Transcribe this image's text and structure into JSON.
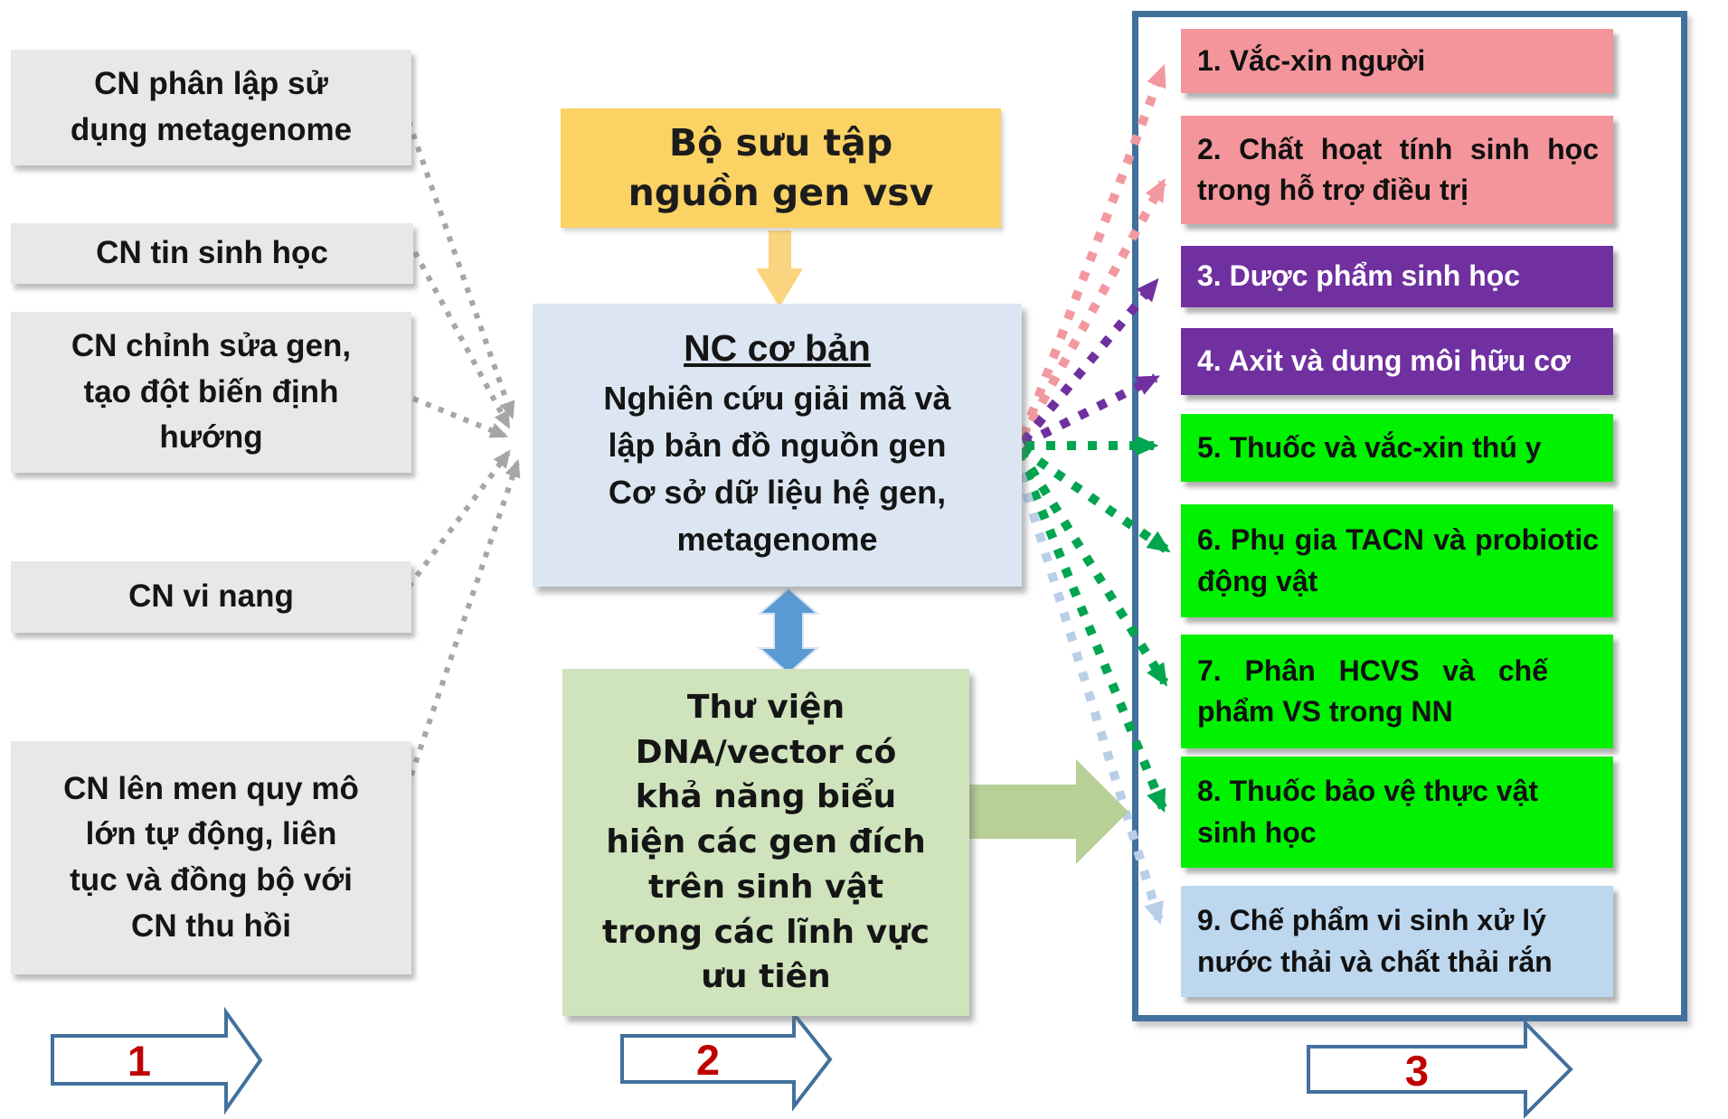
{
  "left_column": {
    "items": [
      {
        "lines": [
          "CN phân lập sử",
          "dụng metagenome"
        ]
      },
      {
        "lines": [
          "CN tin sinh học"
        ]
      },
      {
        "lines": [
          "CN chỉnh sửa gen,",
          "tạo đột biến định",
          "hướng"
        ]
      },
      {
        "lines": [
          "CN vi nang"
        ]
      },
      {
        "lines": [
          "CN lên men quy mô",
          "lớn tự động, liên",
          "tục và đồng bộ với",
          "CN thu hồi"
        ]
      }
    ]
  },
  "center": {
    "gene_collection": {
      "lines": [
        "Bộ sưu tập",
        "nguồn gen vsv"
      ]
    },
    "basic_research": {
      "title": "NC cơ bản",
      "lines": [
        "Nghiên cứu giải mã và",
        "lập bản đồ nguồn gen",
        "Cơ sở dữ liệu hệ gen,",
        "metagenome"
      ]
    },
    "dna_library": {
      "lines": [
        "Thư viện",
        "DNA/vector có",
        "khả năng biểu",
        "hiện các gen đích",
        "trên sinh vật",
        "trong các lĩnh vực",
        "ưu tiên"
      ]
    }
  },
  "right_column": {
    "items": [
      {
        "label": "1. Vắc-xin người",
        "color": "#f4959b"
      },
      {
        "label": "2. Chất hoạt tính sinh học trong hỗ trợ điều trị",
        "color": "#f4959b"
      },
      {
        "label": "3. Dược phẩm sinh học",
        "color": "#7030a0"
      },
      {
        "label": "4. Axit và dung môi hữu cơ",
        "color": "#7030a0"
      },
      {
        "label": "5. Thuốc và vắc-xin thú y",
        "color": "#00f200"
      },
      {
        "label": "6. Phụ gia TACN và probiotic động vật",
        "color": "#00f200"
      },
      {
        "label": "7. Phân HCVS và chế phẩm VS trong NN",
        "color": "#00f200"
      },
      {
        "label": "8. Thuốc bảo vệ thực vật sinh học",
        "color": "#00f200"
      },
      {
        "label": "9. Chế phẩm vi sinh xử lý nước thải và chất thải rắn",
        "color": "#bdd7ee"
      }
    ]
  },
  "stage_arrows": [
    {
      "label": "1"
    },
    {
      "label": "2"
    },
    {
      "label": "3"
    }
  ],
  "colors": {
    "gray_box": "#e9e7e7",
    "yellow_box": "#fbd264",
    "blue_box": "#dbe6f2",
    "soft_green_box": "#cfe3bd",
    "container_border": "#41719c",
    "stage_number_red": "#c00000",
    "connector_gray": "#a6a6a6",
    "connector_pink": "#f299a0",
    "connector_purple": "#7030a0",
    "connector_green": "#00a550",
    "connector_lightblue": "#b9cfe8",
    "yellow_arrow": "#fad47e",
    "blue_double_arrow": "#5b9bd5",
    "big_green_arrow": "#b2cb8e"
  }
}
